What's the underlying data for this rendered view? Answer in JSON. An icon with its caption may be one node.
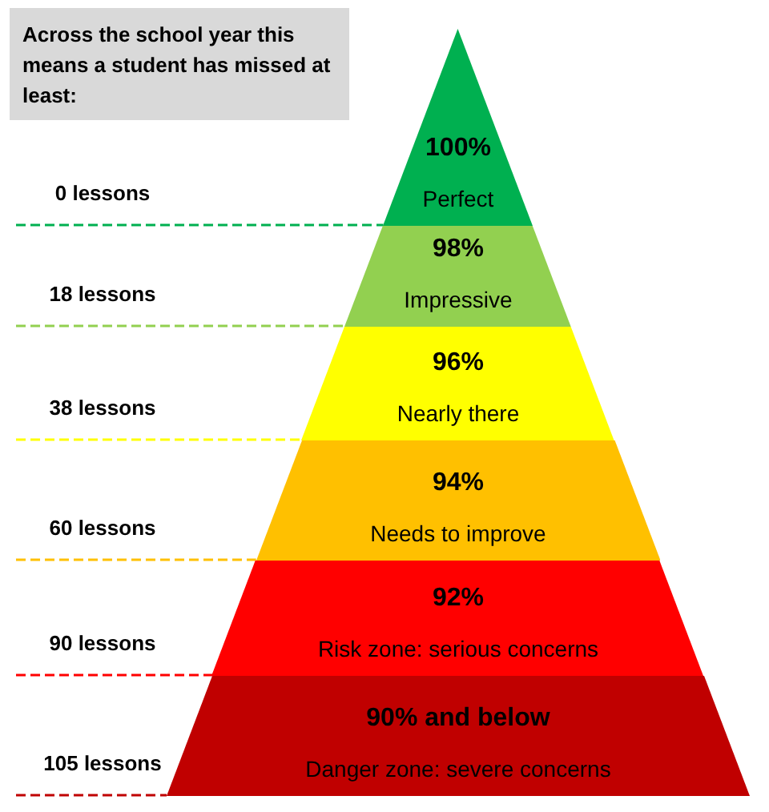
{
  "diagram": {
    "nodes": [
      {
        "text": [
          "Across the school year this means a student has missed at least:"
        ]
      },
      {
        "text": [
          "100%",
          "Perfect"
        ]
      },
      {
        "text": [
          "98%",
          "Impressive"
        ]
      },
      {
        "text": [
          "96%",
          "Nearly there"
        ]
      },
      {
        "text": [
          "94%",
          "Needs to improve"
        ]
      },
      {
        "text": [
          "92%",
          "Risk zone: serious concerns"
        ]
      },
      {
        "text": [
          "90% and below",
          "Danger zone: severe concerns"
        ]
      }
    ],
    "labels": [
      "0 lessons",
      "18 lessons",
      "38 lessons",
      "60 lessons",
      "90 lessons",
      "105 lessons"
    ]
  }
}
